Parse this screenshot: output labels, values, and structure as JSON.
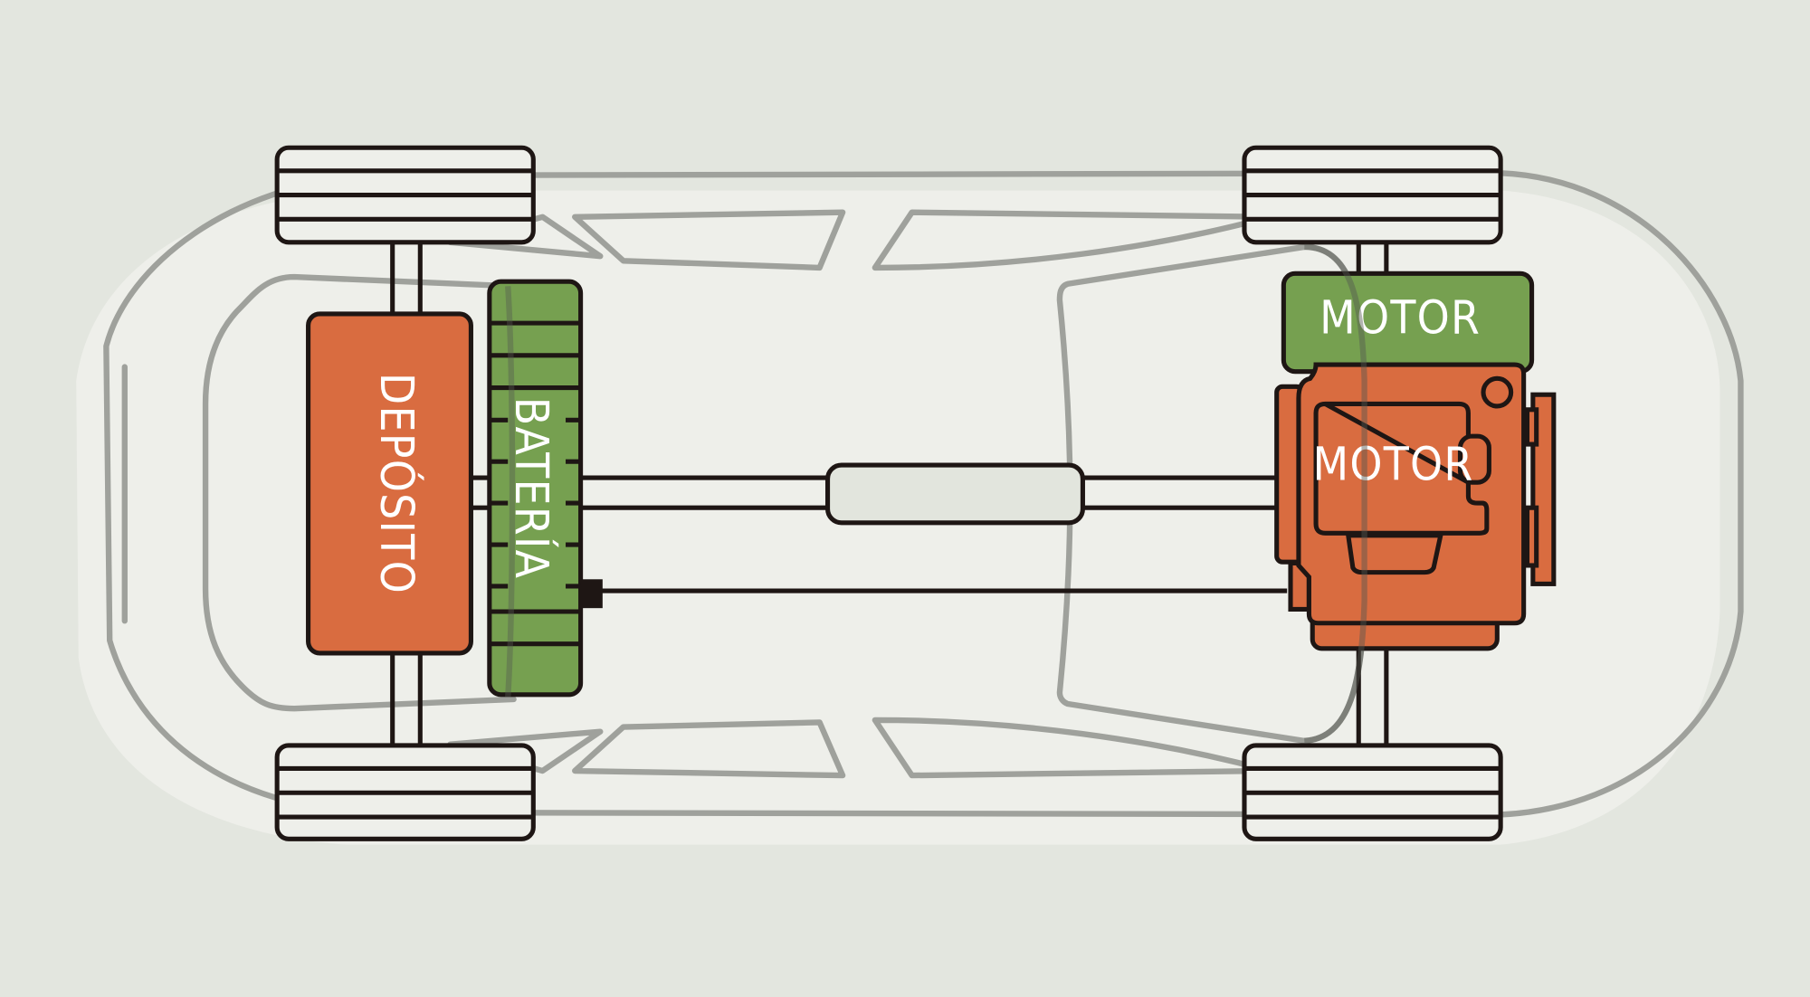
{
  "diagram": {
    "title": "Hybrid car layout (top view)",
    "components": {
      "tank": {
        "label": "DEPÓSITO"
      },
      "battery": {
        "label": "BATERÍA"
      },
      "electric_motor": {
        "label": "MOTOR"
      },
      "combustion_engine": {
        "label": "MOTOR"
      }
    },
    "colors": {
      "background": "#e3e6df",
      "body": "#eeefea",
      "orange": "#d96c40",
      "green": "#76a050",
      "outline": "#1e1614",
      "body_outline": "#9fa19c"
    }
  }
}
